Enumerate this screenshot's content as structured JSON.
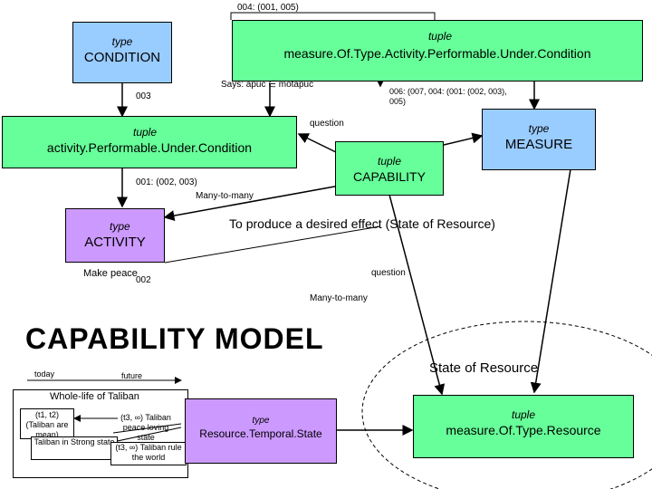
{
  "header": {
    "id_label": "004:  (001, 005)"
  },
  "nodes": {
    "condition": {
      "kind": "type",
      "name": "CONDITION",
      "color": "#99ccff"
    },
    "measure_of_type_apuc": {
      "kind": "tuple",
      "name": "measure.Of.Type.Activity.Performable.Under.Condition",
      "color": "#66ff99"
    },
    "apuc": {
      "kind": "tuple",
      "name": "activity.Performable.Under.Condition",
      "color": "#66ff99"
    },
    "measure": {
      "kind": "type",
      "name": "MEASURE",
      "color": "#99ccff"
    },
    "capability": {
      "kind": "tuple",
      "name": "CAPABILITY",
      "color": "#66ff99"
    },
    "activity": {
      "kind": "type",
      "name": "ACTIVITY",
      "color": "#cc99ff"
    },
    "resource_temporal_state": {
      "kind": "type",
      "name": "Resource.Temporal.State",
      "color": "#cc99ff"
    },
    "measure_of_type_resource": {
      "kind": "tuple",
      "name": "measure.Of.Type.Resource",
      "color": "#66ff99"
    }
  },
  "labels": {
    "says": "Says:  apuc ∈ motapuc",
    "id_003": "003",
    "id_006": "006:  (007, 004: (001: (002, 003), 005)",
    "question_top": "question",
    "id_001": "001:  (002, 003)",
    "many_to_many_top": "Many-to-many",
    "desired_effect": "To produce a desired effect (State of Resource)",
    "question_bottom": "question",
    "make_peace": "Make peace",
    "id_002": "002",
    "many_to_many_bottom": "Many-to-many",
    "model_title": "CAPABILITY MODEL",
    "state_of_resource": "State of Resource"
  },
  "timeline": {
    "today": "today",
    "future": "future",
    "whole_life": "Whole-life of Taliban",
    "t1t2": "(t1, t2) (Taliban are mean)",
    "t3_peace": "(t3, ∞) Taliban peace loving state",
    "strong_state": "Taliban in Strong state",
    "t3_rule": "(t3, ∞) Taliban rule the world"
  },
  "colors": {
    "line": "#000000",
    "ellipse": "#000000"
  }
}
